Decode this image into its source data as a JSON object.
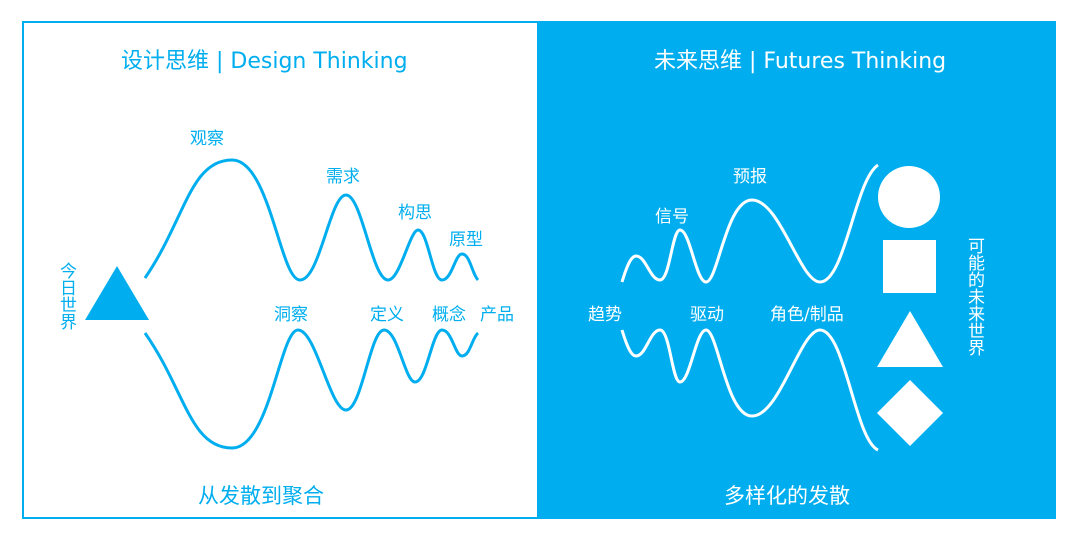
{
  "left": {
    "title": "设计思维 | Design Thinking",
    "start_label": "今日世界",
    "top_labels": [
      "观察",
      "需求",
      "构思",
      "原型"
    ],
    "bottom_labels": [
      "洞察",
      "定义",
      "概念"
    ],
    "end_label": "产品",
    "footer": "从发散到聚合"
  },
  "right": {
    "title": "未来思维 | Futures Thinking",
    "top_labels": [
      "信号",
      "预报"
    ],
    "bottom_labels": [
      "趋势",
      "驱动",
      "角色/制品"
    ],
    "end_label": "可能的未来世界",
    "footer": "多样化的发散"
  },
  "colors": {
    "accent": "#00aeef",
    "light": "#ffffff"
  },
  "icons": [
    "triangle-icon",
    "circle-icon",
    "square-icon",
    "triangle-icon",
    "diamond-icon"
  ]
}
